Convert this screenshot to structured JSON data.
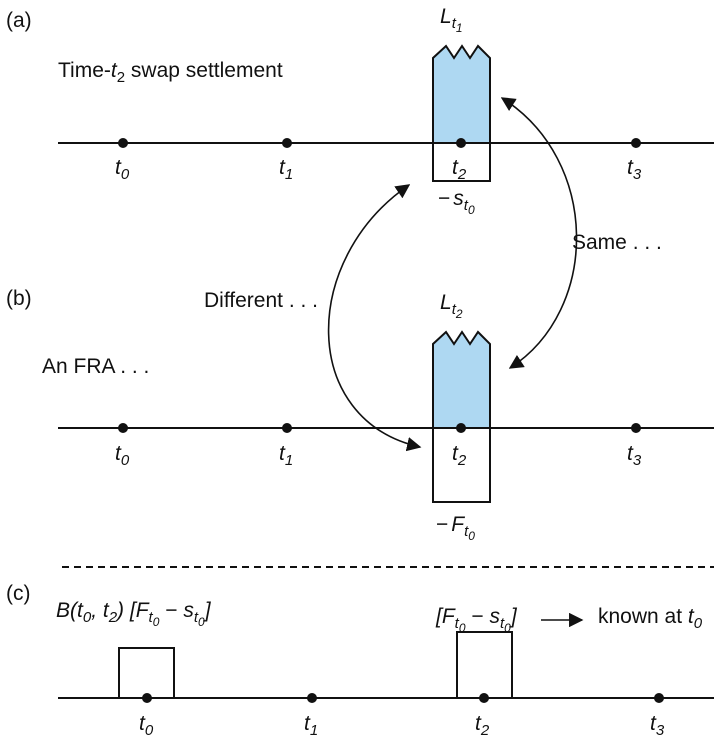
{
  "panels": {
    "a": {
      "label": "(a)",
      "caption": "Time-t2 swap settlement",
      "caption_prefix": "Time-",
      "caption_var": "t",
      "caption_sub": "2",
      "caption_suffix": " swap settlement",
      "top_label_var": "L",
      "top_label_sub_var": "t",
      "top_label_sub_index": "1",
      "bottom_label_sign": "−",
      "bottom_label_var": "s",
      "bottom_label_sub_var": "t",
      "bottom_label_sub_index": "0"
    },
    "b": {
      "label": "(b)",
      "caption": "An FRA . . .",
      "top_label_var": "L",
      "top_label_sub_var": "t",
      "top_label_sub_index": "2",
      "bottom_label_sign": "−",
      "bottom_label_var": "F",
      "bottom_label_sub_var": "t",
      "bottom_label_sub_index": "0"
    },
    "c": {
      "label": "(c)",
      "left_formula": "B(t0, t2) [Ft0 − st0]",
      "right_formula": "[Ft0 − st0]",
      "known_text": "known at t0"
    }
  },
  "time_labels": [
    {
      "var": "t",
      "sub": "0"
    },
    {
      "var": "t",
      "sub": "1"
    },
    {
      "var": "t",
      "sub": "2"
    },
    {
      "var": "t",
      "sub": "3"
    }
  ],
  "annotations": {
    "same": "Same . . .",
    "different": "Different . . ."
  },
  "colors": {
    "fill": "#aed8f2",
    "line": "#111111",
    "background": "#ffffff"
  }
}
